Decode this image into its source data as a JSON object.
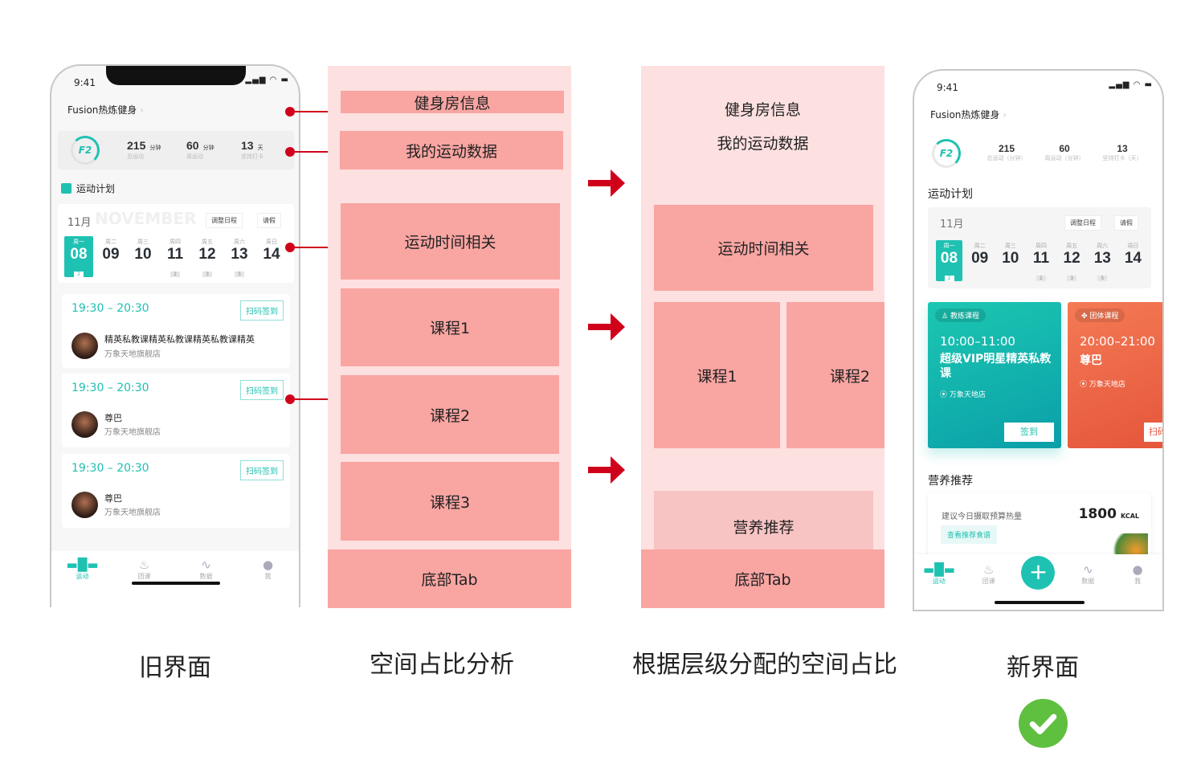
{
  "old_ui": {
    "time": "9:41",
    "gym": "Fusion热炼健身",
    "level": "F2",
    "stats": [
      {
        "value": "215",
        "unit": "分钟",
        "label": "总运动"
      },
      {
        "value": "60",
        "unit": "分钟",
        "label": "周运动"
      },
      {
        "value": "13",
        "unit": "天",
        "label": "坚持打卡"
      }
    ],
    "plan_title": "运动计划",
    "month": "11月",
    "month_watermark": "NOVEMBER",
    "adjust": "调整日程",
    "leave": "请假",
    "week": [
      {
        "w": "周一",
        "d": "08",
        "c": "2"
      },
      {
        "w": "周二",
        "d": "09",
        "c": ""
      },
      {
        "w": "周三",
        "d": "10",
        "c": ""
      },
      {
        "w": "周四",
        "d": "11",
        "c": "2"
      },
      {
        "w": "周五",
        "d": "12",
        "c": "3"
      },
      {
        "w": "周六",
        "d": "13",
        "c": "5"
      },
      {
        "w": "周日",
        "d": "14",
        "c": ""
      }
    ],
    "courses": [
      {
        "time": "19:30 – 20:30",
        "btn": "扫码签到",
        "title": "精英私教课精英私教课精英私教课精英",
        "store": "万象天地旗舰店"
      },
      {
        "time": "19:30 – 20:30",
        "btn": "扫码签到",
        "title": "尊巴",
        "store": "万象天地旗舰店"
      },
      {
        "time": "19:30 – 20:30",
        "btn": "扫码签到",
        "title": "尊巴",
        "store": "万象天地旗舰店"
      }
    ],
    "tabs": [
      "运动",
      "团课",
      "数据",
      "我"
    ]
  },
  "analysis": {
    "blocks": [
      "健身房信息",
      "我的运动数据",
      "运动时间相关",
      "课程1",
      "课程2",
      "课程3",
      "底部Tab"
    ]
  },
  "allocation": {
    "blocks": [
      "健身房信息",
      "我的运动数据",
      "运动时间相关",
      "课程1",
      "课程2",
      "营养推荐",
      "底部Tab"
    ]
  },
  "new_ui": {
    "time": "9:41",
    "gym": "Fusion热炼健身",
    "level": "F2",
    "stats": [
      {
        "value": "215",
        "label": "总运动（分钟）"
      },
      {
        "value": "60",
        "label": "周运动（分钟）"
      },
      {
        "value": "13",
        "label": "坚持打卡（天）"
      }
    ],
    "plan_title": "运动计划",
    "month": "11月",
    "adjust": "调整日程",
    "leave": "请假",
    "cards": [
      {
        "tag": "教练课程",
        "time": "10:00–11:00",
        "title": "超级VIP明星精英私教课",
        "store": "万象天地店",
        "btn": "签到"
      },
      {
        "tag": "团体课程",
        "time": "20:00–21:00",
        "title": "尊巴",
        "store": "万象天地店",
        "btn": "扫码"
      }
    ],
    "nutrition_title": "营养推荐",
    "nutrition_text": "建议今日摄取预算热量",
    "kcal": "1800",
    "kcal_unit": "KCAL",
    "recipe_btn": "查看推荐食谱",
    "tabs": [
      "运动",
      "团课",
      "数据",
      "我"
    ]
  },
  "captions": {
    "old": "旧界面",
    "analysis": "空间占比分析",
    "allocation": "根据层级分配的空间占比",
    "new": "新界面"
  },
  "colors": {
    "accent": "#1fc1b2",
    "block": "#f9a5a2",
    "column_bg": "#fde0e0",
    "connector": "#d0021b",
    "check": "#5fbf3f",
    "orange": "#ef6a45"
  }
}
